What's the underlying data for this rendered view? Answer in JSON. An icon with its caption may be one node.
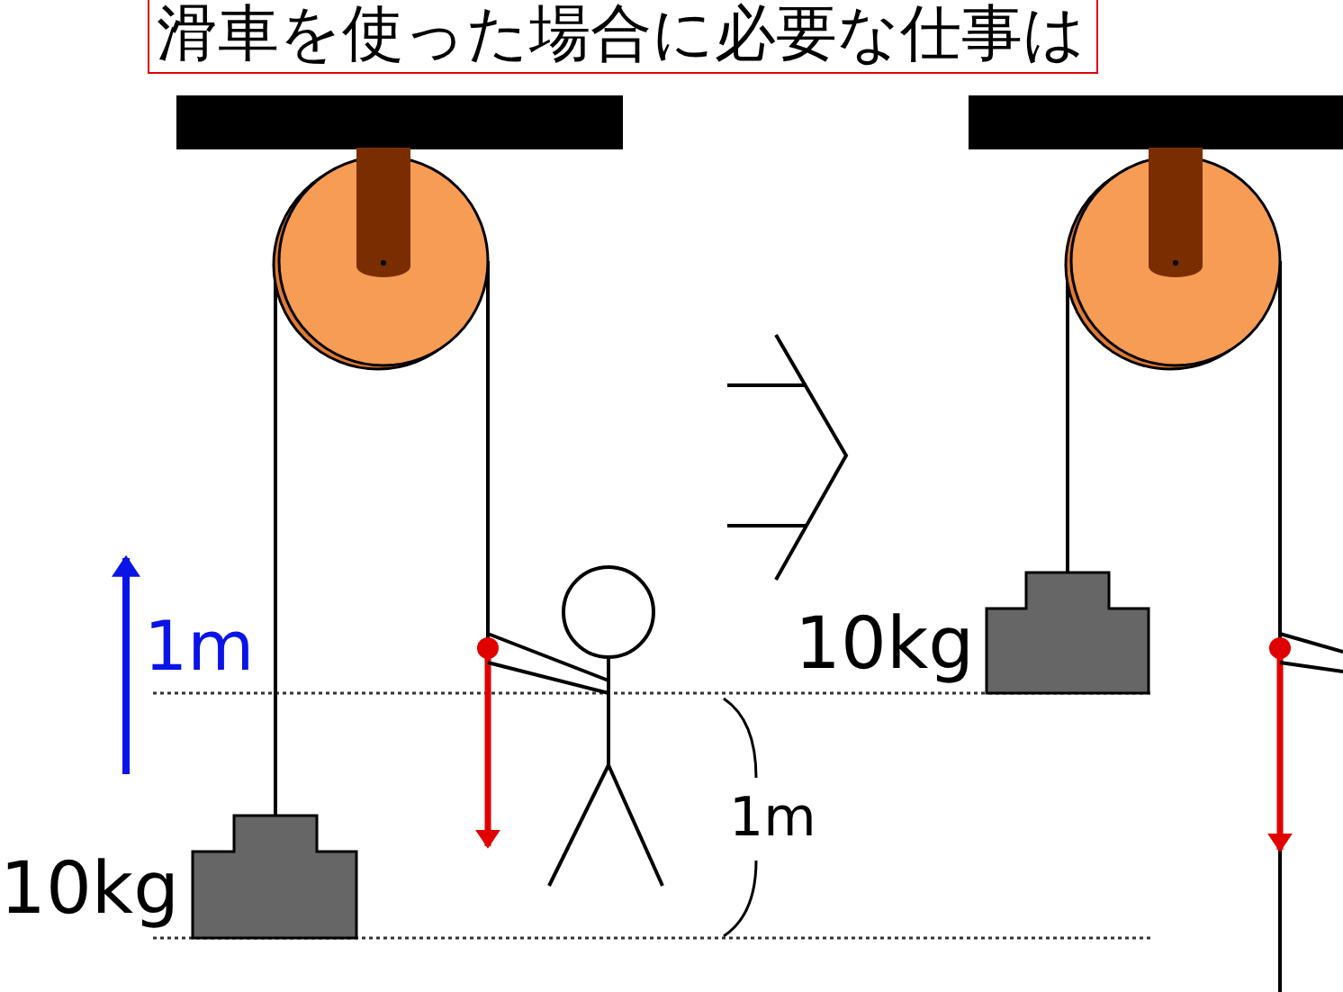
{
  "diagram": {
    "title": "滑車を使った場合に必要な仕事は",
    "labels": [
      "1m",
      "10kg",
      "1m",
      "10kg"
    ]
  }
}
